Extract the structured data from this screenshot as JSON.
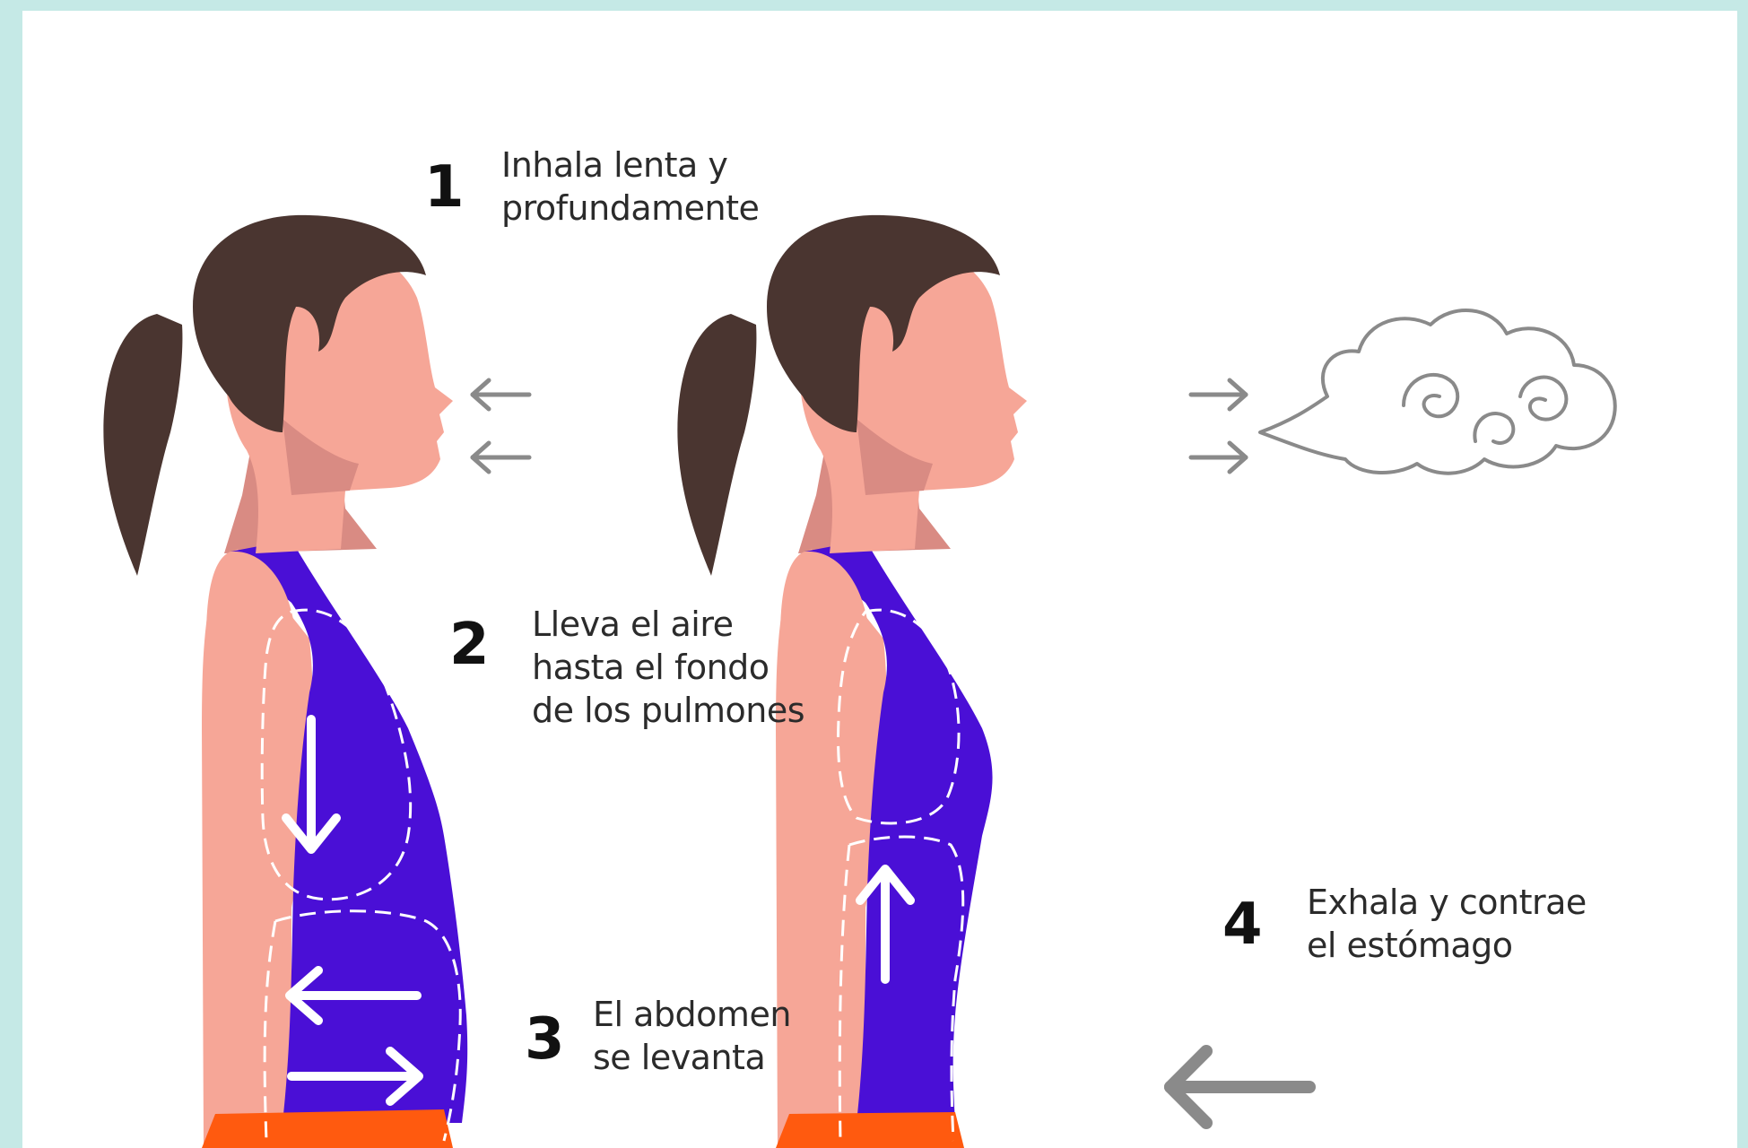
{
  "steps": [
    {
      "number": "1",
      "line1": "Inhala lenta y",
      "line2": "profundamente",
      "line3": ""
    },
    {
      "number": "2",
      "line1": "Lleva el aire",
      "line2": "hasta el fondo",
      "line3": "de los pulmones"
    },
    {
      "number": "3",
      "line1": "El abdomen",
      "line2": "se levanta",
      "line3": ""
    },
    {
      "number": "4",
      "line1": "Exhala y contrae",
      "line2": "el estómago",
      "line3": ""
    }
  ],
  "colors": {
    "background": "#c5e9e6",
    "panel": "#ffffff",
    "hair": "#4a3530",
    "skin": "#f6a697",
    "skin_shadow": "#d98b83",
    "top": "#4a0fd6",
    "shorts": "#ff5a0f",
    "arrow_gray": "#8a8a8a",
    "arrow_white": "#ffffff"
  },
  "icons": [
    "breath-in-arrows-icon",
    "breath-out-arrows-icon",
    "air-cloud-icon",
    "push-arrow-icon"
  ]
}
